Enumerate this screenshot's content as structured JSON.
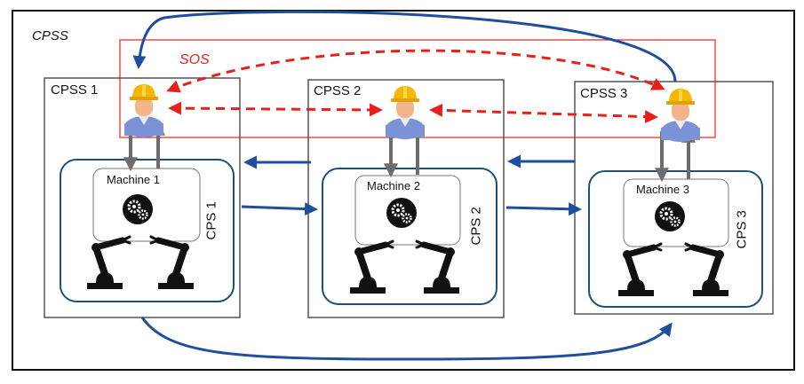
{
  "diagram": {
    "outer_label": "CPSS",
    "sos_label": "SOS",
    "units": [
      {
        "cpss_label": "CPSS  1",
        "machine_label": "Machine 1",
        "cps_label": "CPS 1"
      },
      {
        "cpss_label": "CPSS  2",
        "machine_label": "Machine 2",
        "cps_label": "CPS 2"
      },
      {
        "cpss_label": "CPSS  3",
        "machine_label": "Machine 3",
        "cps_label": "CPS 3"
      }
    ],
    "icons": {
      "worker": "worker-hardhat-icon",
      "gears": "gears-icon",
      "robot_arm": "robot-arm-icon"
    },
    "colors": {
      "frame": "#111111",
      "box_border": "#555555",
      "cps_border": "#1f4e79",
      "flow_arrow": "#1f4e9c",
      "sos": "#e8201c",
      "vertical_arrow": "#6d6d6d",
      "hardhat": "#f5b800",
      "face": "#f2b48a",
      "body": "#7b93d6"
    }
  }
}
